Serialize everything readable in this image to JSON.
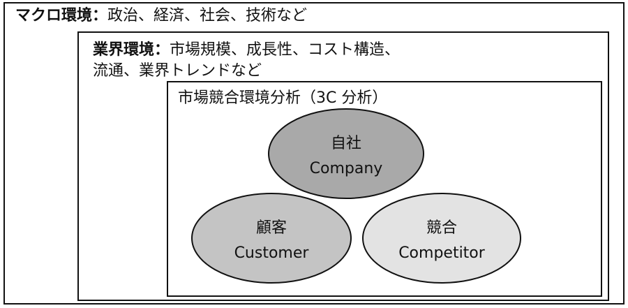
{
  "macro": {
    "title": "マクロ環境：",
    "items": "政治、経済、社会、技術など"
  },
  "industry": {
    "title": "業界環境：",
    "items_line1": "市場規模、成長性、コスト構造、",
    "items_line2": "流通、業界トレンドなど"
  },
  "market": {
    "title": "市場競合環境分析（3C 分析）"
  },
  "three_c": [
    {
      "jp": "自社",
      "en": "Company",
      "fill": "#a9a9a9"
    },
    {
      "jp": "顧客",
      "en": "Customer",
      "fill": "#c4c4c4"
    },
    {
      "jp": "競合",
      "en": "Competitor",
      "fill": "#e3e3e3"
    }
  ],
  "colors": {
    "border": "#111111",
    "background": "#ffffff"
  }
}
